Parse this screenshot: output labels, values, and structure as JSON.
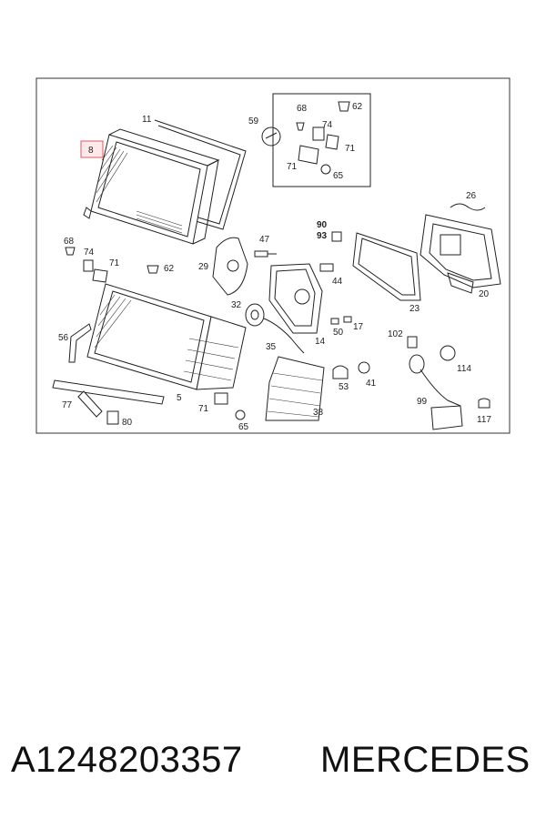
{
  "diagram": {
    "highlighted_label": "8",
    "labels": {
      "l8": "8",
      "l11": "11",
      "l59": "59",
      "l68a": "68",
      "l74a": "74",
      "l62a": "62",
      "l71a": "71",
      "l71b": "71",
      "l65a": "65",
      "l26": "26",
      "l68b": "68",
      "l74b": "74",
      "l71c": "71",
      "l62b": "62",
      "l29": "29",
      "l47": "47",
      "l90": "90",
      "l93": "93",
      "l44": "44",
      "l23": "23",
      "l20": "20",
      "l56": "56",
      "l32": "32",
      "l35": "35",
      "l14": "14",
      "l50": "50",
      "l17": "17",
      "l102": "102",
      "l114": "114",
      "l5": "5",
      "l53": "53",
      "l41": "41",
      "l77": "77",
      "l71d": "71",
      "l38": "38",
      "l99": "99",
      "l80": "80",
      "l65b": "65",
      "l117": "117"
    }
  },
  "footer": {
    "part_number": "A1248203357",
    "brand": "MERCEDES"
  }
}
